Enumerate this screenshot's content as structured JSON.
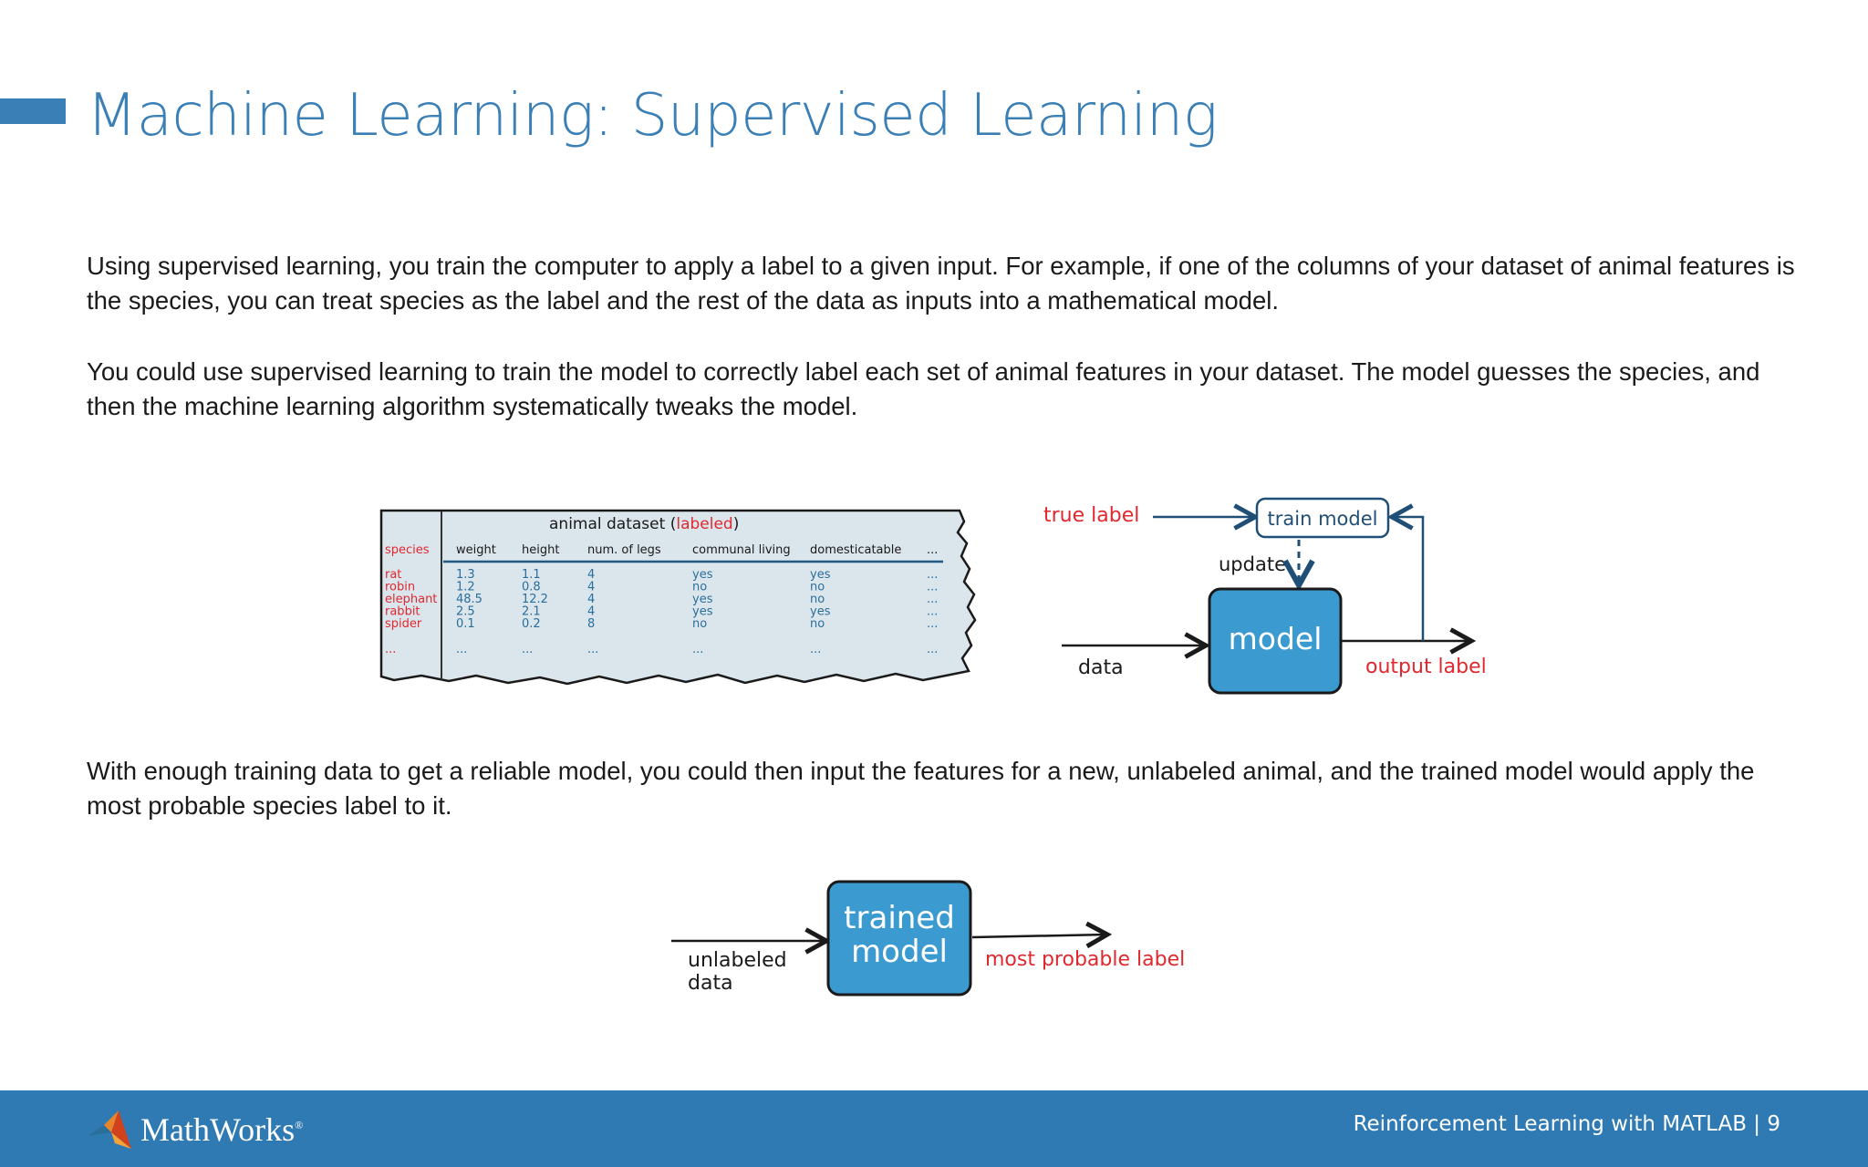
{
  "slide": {
    "title": "Machine Learning: Supervised Learning",
    "paragraphs": [
      "Using supervised learning, you train the computer to apply a label to a given input. For example, if one of the columns of your dataset of animal features is the species, you can treat species as the label and the rest of the data as inputs into a mathematical model.",
      "You could use supervised learning to train the model to correctly label each set of animal features in your dataset. The model guesses the species, and then the machine learning algorithm systematically tweaks the model.",
      "With enough training data to get a reliable model, you could then input the features for a new, unlabeled animal, and the trained model would apply the most probable species label to it."
    ]
  },
  "dataset": {
    "caption_prefix": "animal dataset (",
    "caption_labeled": "labeled",
    "caption_suffix": ")",
    "headers": [
      "species",
      "weight",
      "height",
      "num. of legs",
      "communal living",
      "domesticatable",
      "..."
    ],
    "rows": [
      [
        "rat",
        "1.3",
        "1.1",
        "4",
        "yes",
        "yes",
        "..."
      ],
      [
        "robin",
        "1.2",
        "0.8",
        "4",
        "no",
        "no",
        "..."
      ],
      [
        "elephant",
        "48.5",
        "12.2",
        "4",
        "yes",
        "no",
        "..."
      ],
      [
        "rabbit",
        "2.5",
        "2.1",
        "4",
        "yes",
        "yes",
        "..."
      ],
      [
        "spider",
        "0.1",
        "0.2",
        "8",
        "no",
        "no",
        "..."
      ],
      [
        "...",
        "...",
        "...",
        "...",
        "...",
        "...",
        "..."
      ]
    ]
  },
  "diagram": {
    "true_label": "true label",
    "train_model": "train model",
    "update": "update",
    "model": "model",
    "data": "data",
    "output_label": "output label"
  },
  "inference": {
    "trained": "trained",
    "model": "model",
    "unlabeled": "unlabeled",
    "data": "data",
    "most_probable_label": "most probable label"
  },
  "footer": {
    "logo_text": "MathWorks",
    "logo_reg": "®",
    "right_text": "Reinforcement Learning with MATLAB  |  9"
  },
  "colors": {
    "accent": "#3a7fb5",
    "model_fill": "#3b9bd0",
    "label_red": "#e0282e",
    "table_fill": "#dbe5ec",
    "footer_bg": "#2f7ab3"
  }
}
